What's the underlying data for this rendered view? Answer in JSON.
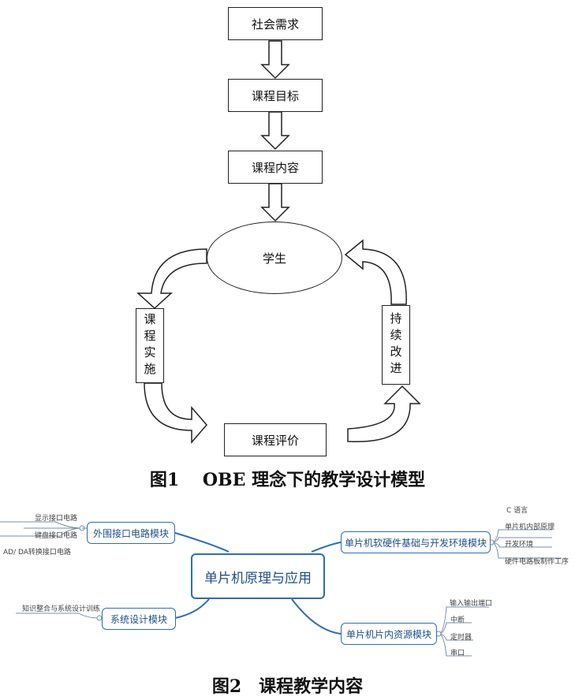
{
  "figure1": {
    "nodes": {
      "social_demand": "社会需求",
      "course_goal": "课程目标",
      "course_content": "课程内容",
      "student": "学生",
      "course_implementation": "课程实施",
      "continuous_improvement": "持续改进",
      "course_evaluation": "课程评价"
    },
    "caption": "图1　 OBE 理念下的教学设计模型"
  },
  "figure2": {
    "center": "单片机原理与应用",
    "branches": {
      "external_interface": {
        "label": "外围接口电路模块",
        "leaves": [
          "显示接口电路",
          "键盘接口电路",
          "AD/ DA转换接口电路"
        ]
      },
      "system_design": {
        "label": "系统设计模块",
        "leaves": [
          "知识整合与系统设计训练"
        ]
      },
      "hw_sw_basics": {
        "label": "单片机软硬件基础与开发环境模块",
        "leaves": [
          "C 语言",
          "单片机内部原理",
          "开发环境",
          "硬件电路板制作工序"
        ]
      },
      "onchip_resources": {
        "label": "单片机片内资源模块",
        "leaves": [
          "输入输出端口",
          "中断",
          "定时器",
          "串口"
        ]
      }
    },
    "caption": "图2　课程教学内容"
  }
}
